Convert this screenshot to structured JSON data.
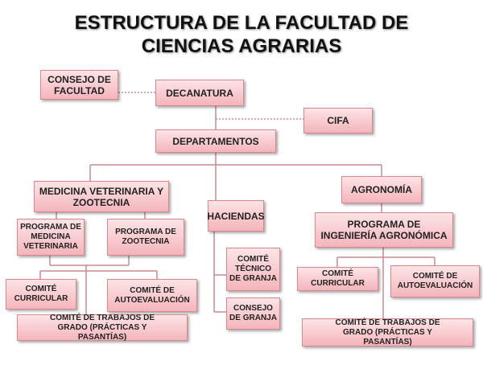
{
  "title": {
    "line1": "ESTRUCTURA DE LA FACULTAD DE",
    "line2": "CIENCIAS AGRARIAS"
  },
  "nodes": {
    "consejo_facultad": "CONSEJO DE FACULTAD",
    "decanatura": "DECANATURA",
    "cifa": "CIFA",
    "departamentos": "DEPARTAMENTOS",
    "medicina_zootecnia": "MEDICINA VETERINARIA Y ZOOTECNIA",
    "agronomia": "AGRONOMÍA",
    "haciendas": "HACIENDAS",
    "programa_medicina": "PROGRAMA DE MEDICINA VETERINARIA",
    "programa_zootecnia": "PROGRAMA DE ZOOTECNIA",
    "programa_agronomica": "PROGRAMA DE INGENIERÍA AGRONÓMICA",
    "comite_tecnico_granja": "COMITÉ TÉCNICO DE GRANJA",
    "consejo_granja": "CONSEJO DE GRANJA",
    "comite_curricular_left": "COMITÉ CURRICULAR",
    "comite_autoevaluacion_left": "COMITÉ DE AUTOEVALUACIÓN",
    "comite_trabajos_left": "COMITÉ DE TRABAJOS DE GRADO (PRÁCTICAS Y PASANTÍAS)",
    "comite_curricular_right": "COMITÉ CURRICULAR",
    "comite_autoevaluacion_right": "COMITÉ DE AUTOEVALUACIÓN",
    "comite_trabajos_right": "COMITÉ DE TRABAJOS DE GRADO (PRÁCTICAS Y PASANTÍAS)"
  }
}
